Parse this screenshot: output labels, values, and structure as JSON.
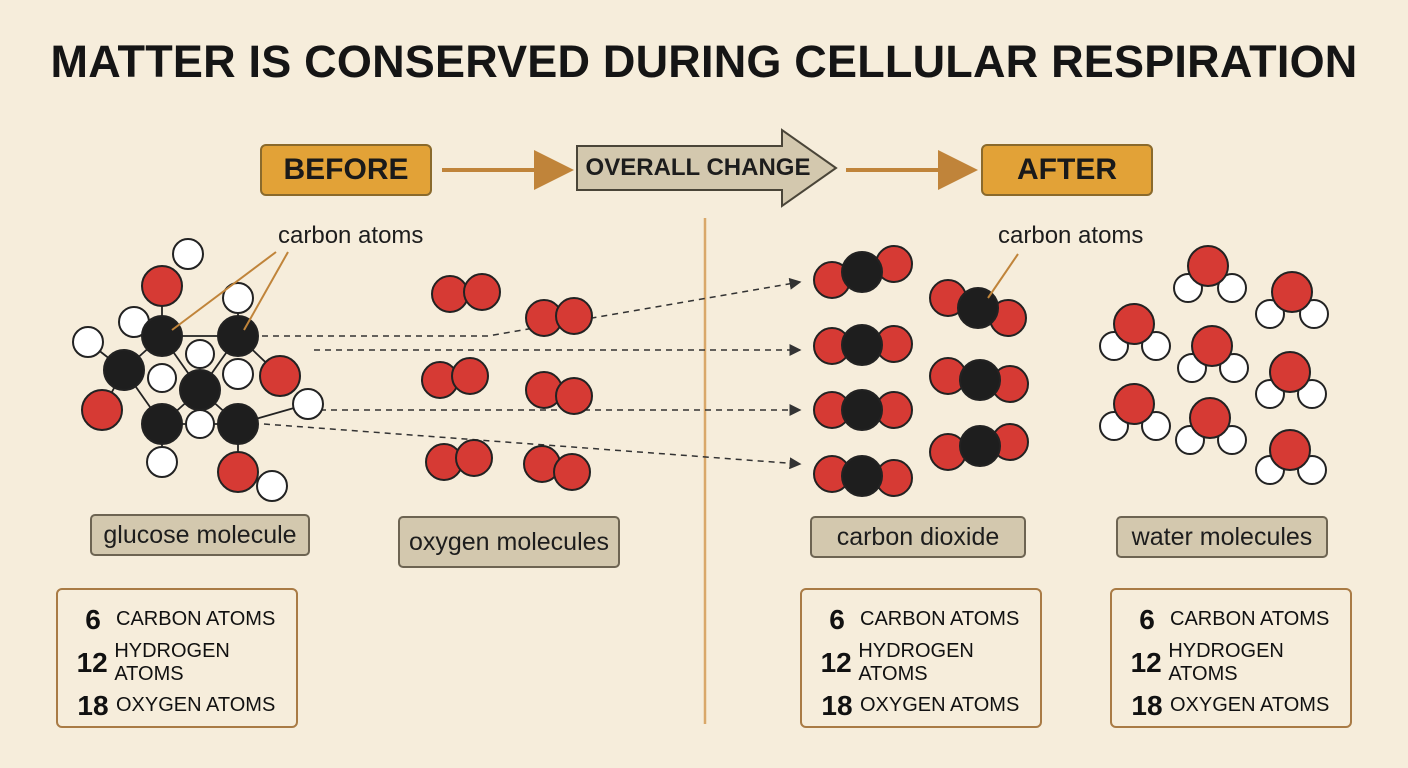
{
  "title": "MATTER IS CONSERVED DURING CELLULAR RESPIRATION",
  "flow": {
    "before": "BEFORE",
    "overall_change": "OVERALL CHANGE",
    "after": "AFTER"
  },
  "callouts": {
    "left_carbon": "carbon atoms",
    "right_carbon": "carbon atoms"
  },
  "molecule_labels": {
    "glucose": "glucose molecule",
    "oxygen": "oxygen molecules",
    "carbon_dioxide": "carbon dioxide",
    "water": "water molecules"
  },
  "counts_before": [
    {
      "num": "6",
      "label": "CARBON ATOMS"
    },
    {
      "num": "12",
      "label": "HYDROGEN ATOMS"
    },
    {
      "num": "18",
      "label": "OXYGEN ATOMS"
    }
  ],
  "counts_co2": [
    {
      "num": "6",
      "label": "CARBON ATOMS"
    },
    {
      "num": "12",
      "label": "HYDROGEN ATOMS"
    },
    {
      "num": "18",
      "label": "OXYGEN ATOMS"
    }
  ],
  "counts_water": [
    {
      "num": "6",
      "label": "CARBON ATOMS"
    },
    {
      "num": "12",
      "label": "HYDROGEN ATOMS"
    },
    {
      "num": "18",
      "label": "OXYGEN ATOMS"
    }
  ],
  "colors": {
    "background": "#f6eddb",
    "stage_box": "#e2a237",
    "arrow": "#c0843a",
    "oxygen_atom": "#d63a34",
    "carbon_atom": "#1e1e1e",
    "hydrogen_atom": "#ffffff",
    "label_box": "#d3c8ae"
  }
}
